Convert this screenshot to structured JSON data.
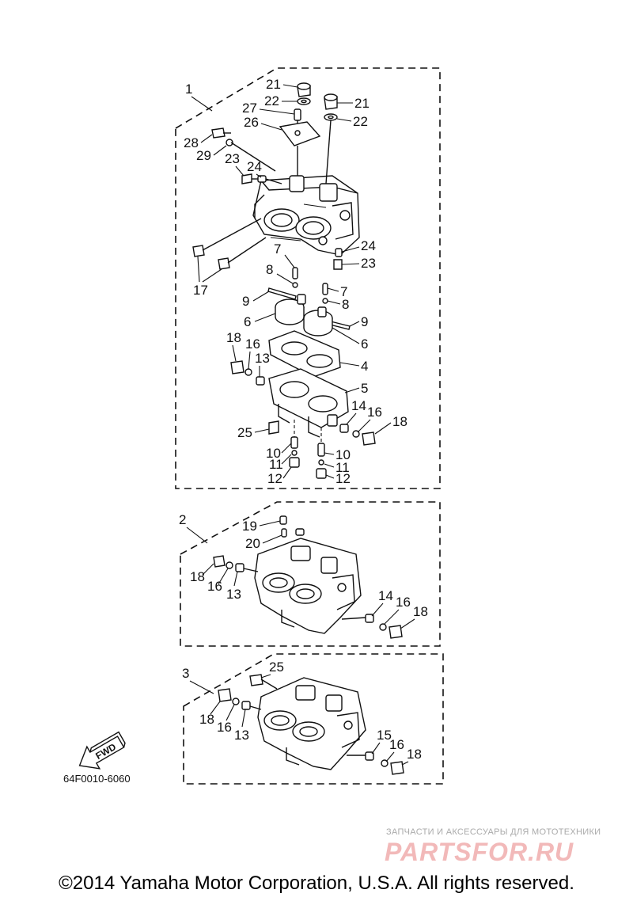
{
  "assemblies": {
    "a1": {
      "label": "1"
    },
    "a2": {
      "label": "2"
    },
    "a3": {
      "label": "3"
    }
  },
  "callouts": {
    "c1": [
      "21",
      "22",
      "21",
      "22",
      "27",
      "26",
      "28",
      "29",
      "23",
      "24",
      "24",
      "23",
      "17",
      "7",
      "8",
      "9",
      "6",
      "7",
      "8",
      "9",
      "6",
      "18",
      "16",
      "13",
      "4",
      "5",
      "14",
      "16",
      "18",
      "25",
      "10",
      "11",
      "12",
      "10",
      "11",
      "12"
    ],
    "c2": [
      "19",
      "20",
      "18",
      "16",
      "13",
      "14",
      "16",
      "18"
    ],
    "c3": [
      "25",
      "18",
      "16",
      "13",
      "15",
      "16",
      "18"
    ]
  },
  "fwd_label": "FWD",
  "diagram_code": "64F0010-6060",
  "watermark": {
    "subtitle": "ЗАПЧАСТИ И АКСЕССУАРЫ ДЛЯ МОТОТЕХНИКИ",
    "logo": "PARTSFOR.RU"
  },
  "copyright": "©2014 Yamaha Motor Corporation, U.S.A. All rights reserved."
}
